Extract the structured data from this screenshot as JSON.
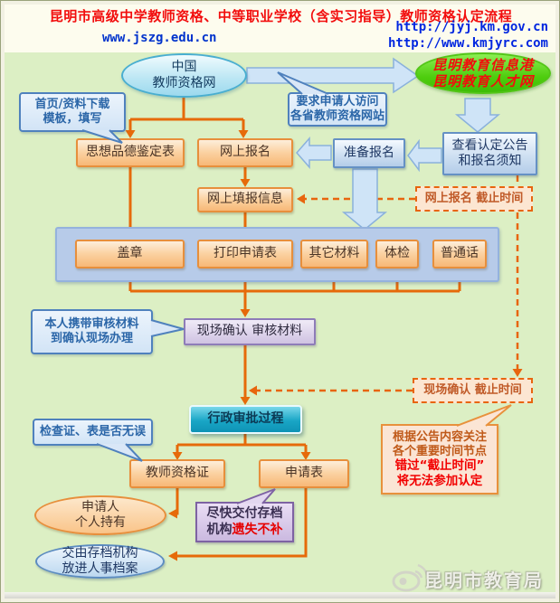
{
  "header": {
    "title": "昆明市高级中学教师资格、中等职业学校（含实习指导）教师资格认定流程",
    "url_left": "www.jszg.edu.cn",
    "url_right_1": "http://jyj.km.gov.cn",
    "url_right_2": "http://www.kmjyrc.com"
  },
  "nodes": {
    "china_teacher_net": {
      "line1": "中国",
      "line2": "教师资格网"
    },
    "kunming_portal": {
      "line1": "昆明教育信息港",
      "line2": "昆明教育人才网"
    },
    "check_notice": {
      "line1": "查看认定公告",
      "line2": "和报名须知"
    },
    "prepare_register": "准备报名",
    "online_register": "网上报名",
    "moral_form": "思想品德鉴定表",
    "online_fill": "网上填报信息",
    "seal": "盖章",
    "print_form": "打印申请表",
    "other_materials": "其它材料",
    "physical_exam": "体检",
    "mandarin": "普通话",
    "onsite_confirm": "现场确认 审核材料",
    "admin_approval": "行政审批过程",
    "teacher_cert": "教师资格证",
    "application_form": "申请表",
    "applicant_hold": {
      "line1": "申请人",
      "line2": "个人持有"
    },
    "archive": {
      "line1": "交由存档机构",
      "line2": "放进人事档案"
    }
  },
  "deadlines": {
    "register_deadline": "网上报名 截止时间",
    "confirm_deadline": "现场确认 截止时间"
  },
  "callouts": {
    "homepage": {
      "line1": "首页/资料下载",
      "line2": "模板，填写"
    },
    "visit": {
      "line1": "要求申请人访问",
      "line2": "各省教师资格网站"
    },
    "carry": {
      "line1": "本人携带审核材料",
      "line2": "到确认现场办理"
    },
    "check": "检查证、表是否无误",
    "deliver": {
      "line1": "尽快交付存档",
      "line2_prefix": "机构",
      "line2_highlight": "遗失不补"
    },
    "notice": {
      "line1": "根据公告内容关注",
      "line2": "各个重要时间节点",
      "line3": "错过“截止时间”",
      "line4": "将无法参加认定"
    }
  },
  "watermark": {
    "icon": "weibo-logo",
    "label": "昆明市教育局"
  },
  "colors": {
    "background": "#dcefc4",
    "top_band": "#fdfcee",
    "title_red": "#f20d0d",
    "url_blue": "#0033cc",
    "flow_orange": "#e66a0a",
    "node_orange_fill": "#fbd1a0",
    "node_orange_border": "#e78f3c",
    "node_blue_fill": "#cfe0f2",
    "node_blue_border": "#6591c4",
    "band_blue": "#b7cbe9",
    "teal_box": "#17a4c4",
    "purple_box_border": "#8e7cb8",
    "green_ellipse": "#4ecd0e",
    "dashed_border": "#e8650e",
    "warning_red": "#f20000"
  }
}
